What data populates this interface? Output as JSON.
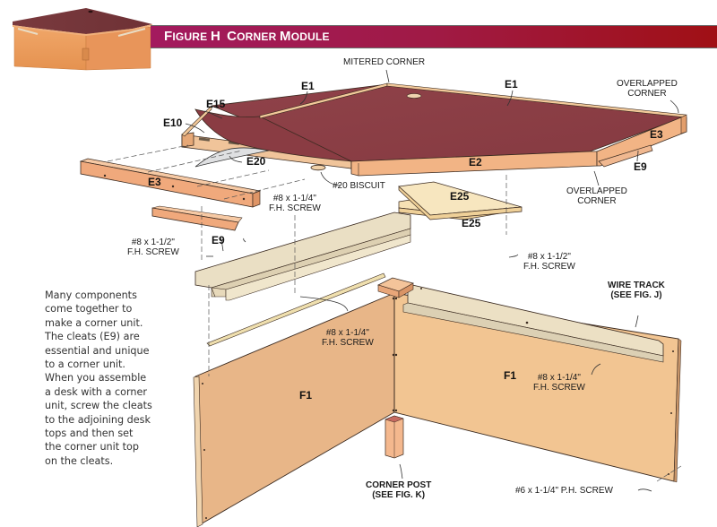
{
  "figure": {
    "title_prefix": "F",
    "title_rest": "IGURE",
    "title_letter": "H",
    "title_word1_cap": "C",
    "title_word1_rest": "ORNER",
    "title_word2_cap": "M",
    "title_word2_rest": "ODULE",
    "title_full": "Figure H Corner Module",
    "title_bar_colors": [
      "#a31a5e",
      "#a01a45",
      "#a01015"
    ]
  },
  "description": "Many components come together to make a corner unit. The cleats (E9) are essential and unique to a corner unit. When you assemble a desk with a corner unit, screw the cleats to the adjoining desk tops and then set the corner unit top on the cleats.",
  "callouts": {
    "mitered_corner": "MITERED CORNER",
    "overlapped_corner_top_1": "OVERLAPPED",
    "overlapped_corner_top_2": "CORNER",
    "overlapped_corner_bottom_1": "OVERLAPPED",
    "overlapped_corner_bottom_2": "CORNER",
    "biscuit": "#20 BISCUIT",
    "screw_8_114_top_1": "#8 x 1-1/4\"",
    "screw_8_114_top_2": "F.H. SCREW",
    "screw_8_112_left_1": "#8 x 1-1/2\"",
    "screw_8_112_left_2": "F.H. SCREW",
    "screw_8_112_right_1": "#8 x 1-1/2\"",
    "screw_8_112_right_2": "F.H. SCREW",
    "screw_8_114_mid_1": "#8 x 1-1/4\"",
    "screw_8_114_mid_2": "F.H. SCREW",
    "screw_8_114_right_1": "#8 x 1-1/4\"",
    "screw_8_114_right_2": "F.H. SCREW",
    "wire_track_1": "WIRE TRACK",
    "wire_track_2": "(SEE FIG. J)",
    "corner_post_1": "CORNER POST",
    "corner_post_2": "(SEE FIG. K)",
    "screw_6_ph": "#6 x 1-1/4\" P.H. SCREW"
  },
  "parts": {
    "e1_left": "E1",
    "e1_right": "E1",
    "e15": "E15",
    "e10": "E10",
    "e20": "E20",
    "e2": "E2",
    "e3_left": "E3",
    "e3_right": "E3",
    "e9_left": "E9",
    "e9_right": "E9",
    "e25_top": "E25",
    "e25_bottom": "E25",
    "f1_left": "F1",
    "f1_right": "F1"
  },
  "colors": {
    "top_surface": "#8c3f45",
    "wood_edge": "#f0b988",
    "panel": "#efc393",
    "panel_dark": "#e2ad7c",
    "cleat": "#f2b08a",
    "track": "#eee0c4",
    "shelf": "#f6e4b8",
    "outline": "#3a2a20"
  }
}
